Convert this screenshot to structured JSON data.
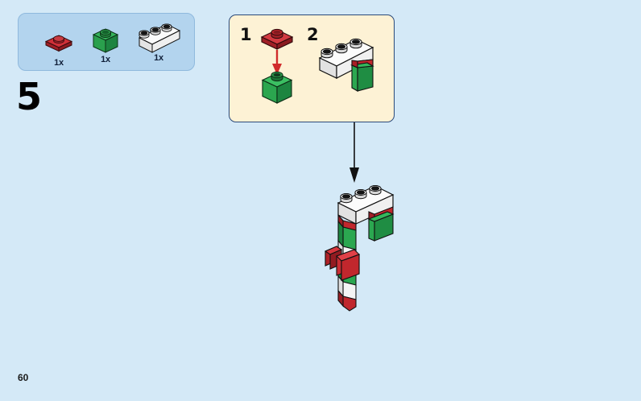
{
  "page": {
    "background_color": "#d4e9f7",
    "number": "60",
    "step_number": "5"
  },
  "parts_box": {
    "background_color": "#b3d4ee",
    "border_color": "#8fb9dd",
    "parts": [
      {
        "name": "plate-1x1-red",
        "color": "#c1272d",
        "quantity": "1x",
        "shape": "plate-1x1"
      },
      {
        "name": "brick-1x1-green",
        "color": "#2ea44f",
        "quantity": "1x",
        "shape": "brick-1x1"
      },
      {
        "name": "brick-1x3-white",
        "color": "#f4f4f4",
        "quantity": "1x",
        "shape": "brick-1x3"
      }
    ]
  },
  "substep_box": {
    "background_color": "#fdf2d5",
    "border_color": "#2a4a7a",
    "steps": [
      {
        "label": "1",
        "description": "place-red-plate-on-green-brick",
        "arrow_color": "#d12b2b"
      },
      {
        "label": "2",
        "description": "place-white-brick-on-top"
      }
    ]
  },
  "connector": {
    "name": "downward-arrow",
    "color": "#111111"
  },
  "model": {
    "name": "candy-cane-assembly",
    "colors": {
      "white": "#f2f2f2",
      "green": "#2ea44f",
      "red": "#c1272d",
      "outline": "#111111"
    }
  }
}
